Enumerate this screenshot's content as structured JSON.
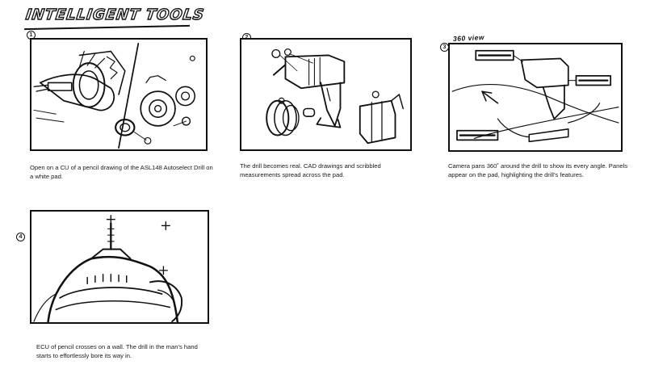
{
  "sheet": {
    "title": "INTELLIGENT TOOLS"
  },
  "panels": [
    {
      "number": "1",
      "caption": "Open on a CU of a pencil drawing of the ASL148 Autoselect Drill on a white pad."
    },
    {
      "number": "2",
      "caption": "The drill becomes real. CAD drawings and scribbled measurements spread across the pad."
    },
    {
      "number": "3",
      "label": "360 view",
      "caption": "Camera pans 360˚ around the drill to show its every angle. Panels appear on the pad, highlighting the drill’s features."
    },
    {
      "number": "4",
      "caption": "ECU of pencil crosses on a wall. The drill in the man’s hand starts to effortlessly bore its way in."
    }
  ]
}
